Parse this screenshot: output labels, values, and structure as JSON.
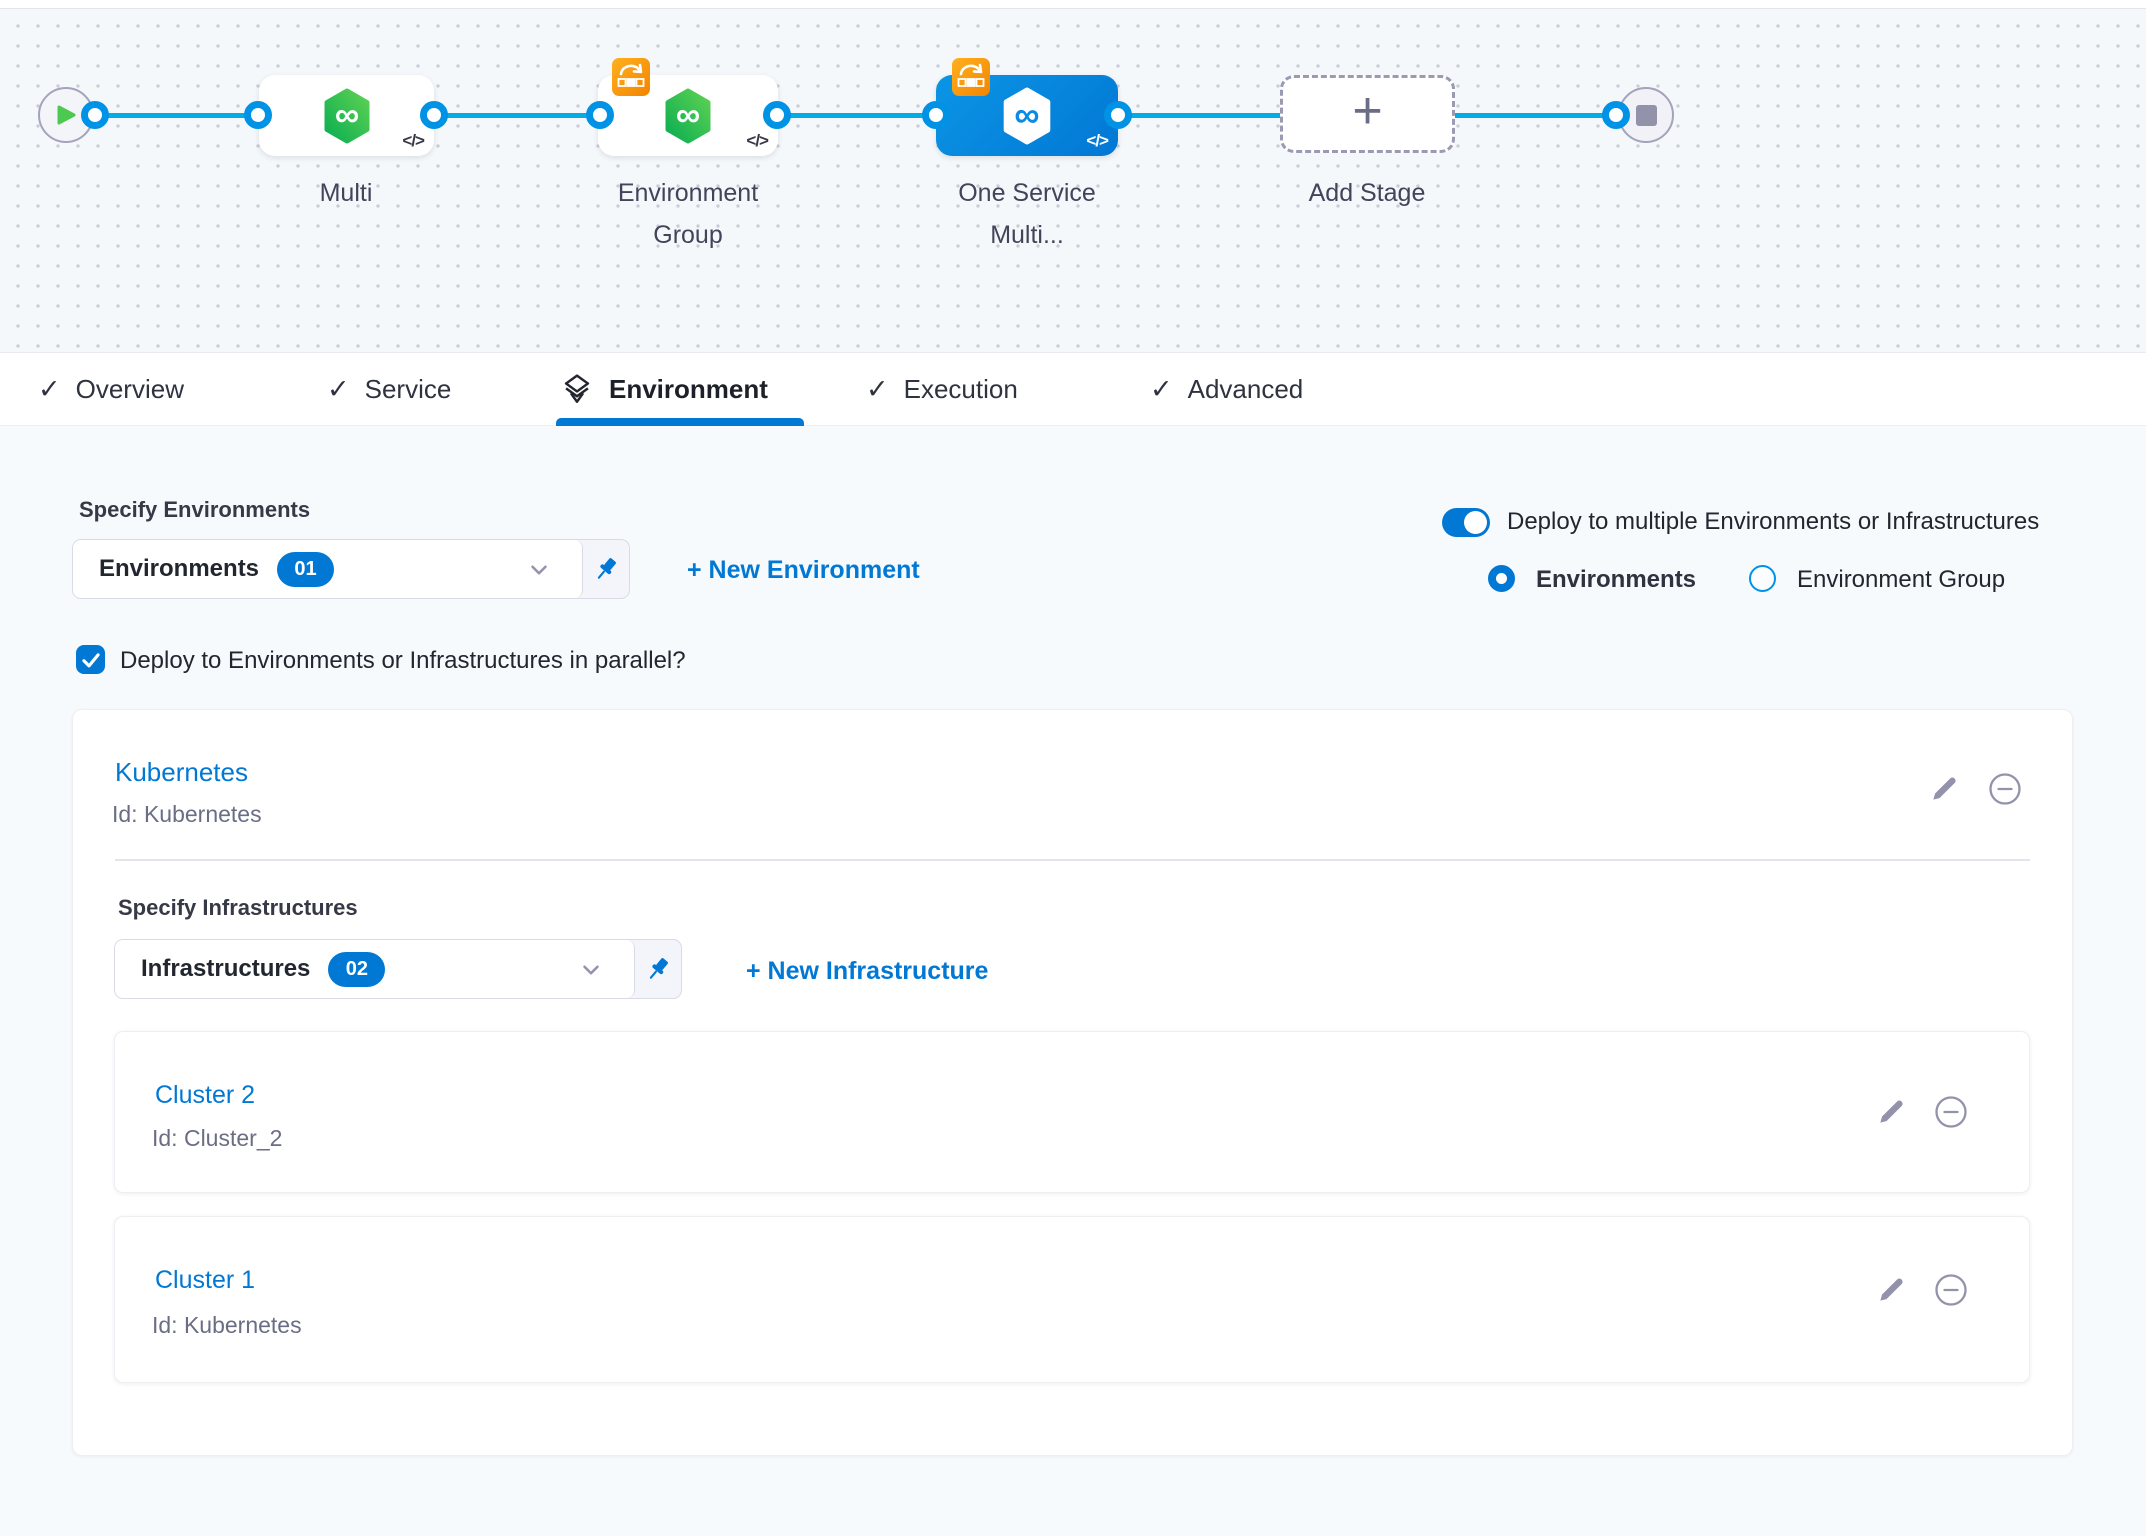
{
  "pipeline": {
    "stages": [
      {
        "label": "Multi"
      },
      {
        "label": "Environment Group"
      },
      {
        "label": "One Service Multi..."
      },
      {
        "label": "Add Stage"
      }
    ],
    "code_glyph": "</>",
    "infinity_glyph": "∞",
    "add_plus_glyph": "+"
  },
  "tabs": [
    {
      "label": "Overview"
    },
    {
      "label": "Service"
    },
    {
      "label": "Environment"
    },
    {
      "label": "Execution"
    },
    {
      "label": "Advanced"
    }
  ],
  "check_glyph": "✓",
  "environment_section": {
    "label": "Specify Environments",
    "dropdown_value": "Environments",
    "dropdown_count": "01",
    "new_link": "+ New Environment",
    "toggle_label": "Deploy to multiple Environments or Infrastructures",
    "radio_environments": "Environments",
    "radio_environment_group": "Environment Group",
    "parallel_label": "Deploy to Environments or Infrastructures in parallel?"
  },
  "environment_card": {
    "title": "Kubernetes",
    "id": "Id: Kubernetes",
    "infra_label": "Specify Infrastructures",
    "infra_dropdown_value": "Infrastructures",
    "infra_dropdown_count": "02",
    "infra_new_link": "+ New Infrastructure",
    "infrastructures": [
      {
        "title": "Cluster 2",
        "id": "Id: Cluster_2"
      },
      {
        "title": "Cluster 1",
        "id": "Id: Kubernetes"
      }
    ]
  },
  "colors": {
    "primary": "#0278d5",
    "port_blue": "#0092e4",
    "line_cyan": "#00ade4",
    "green": "#4dc952",
    "orange": "#f79009",
    "icon_gray": "#9293ab"
  }
}
